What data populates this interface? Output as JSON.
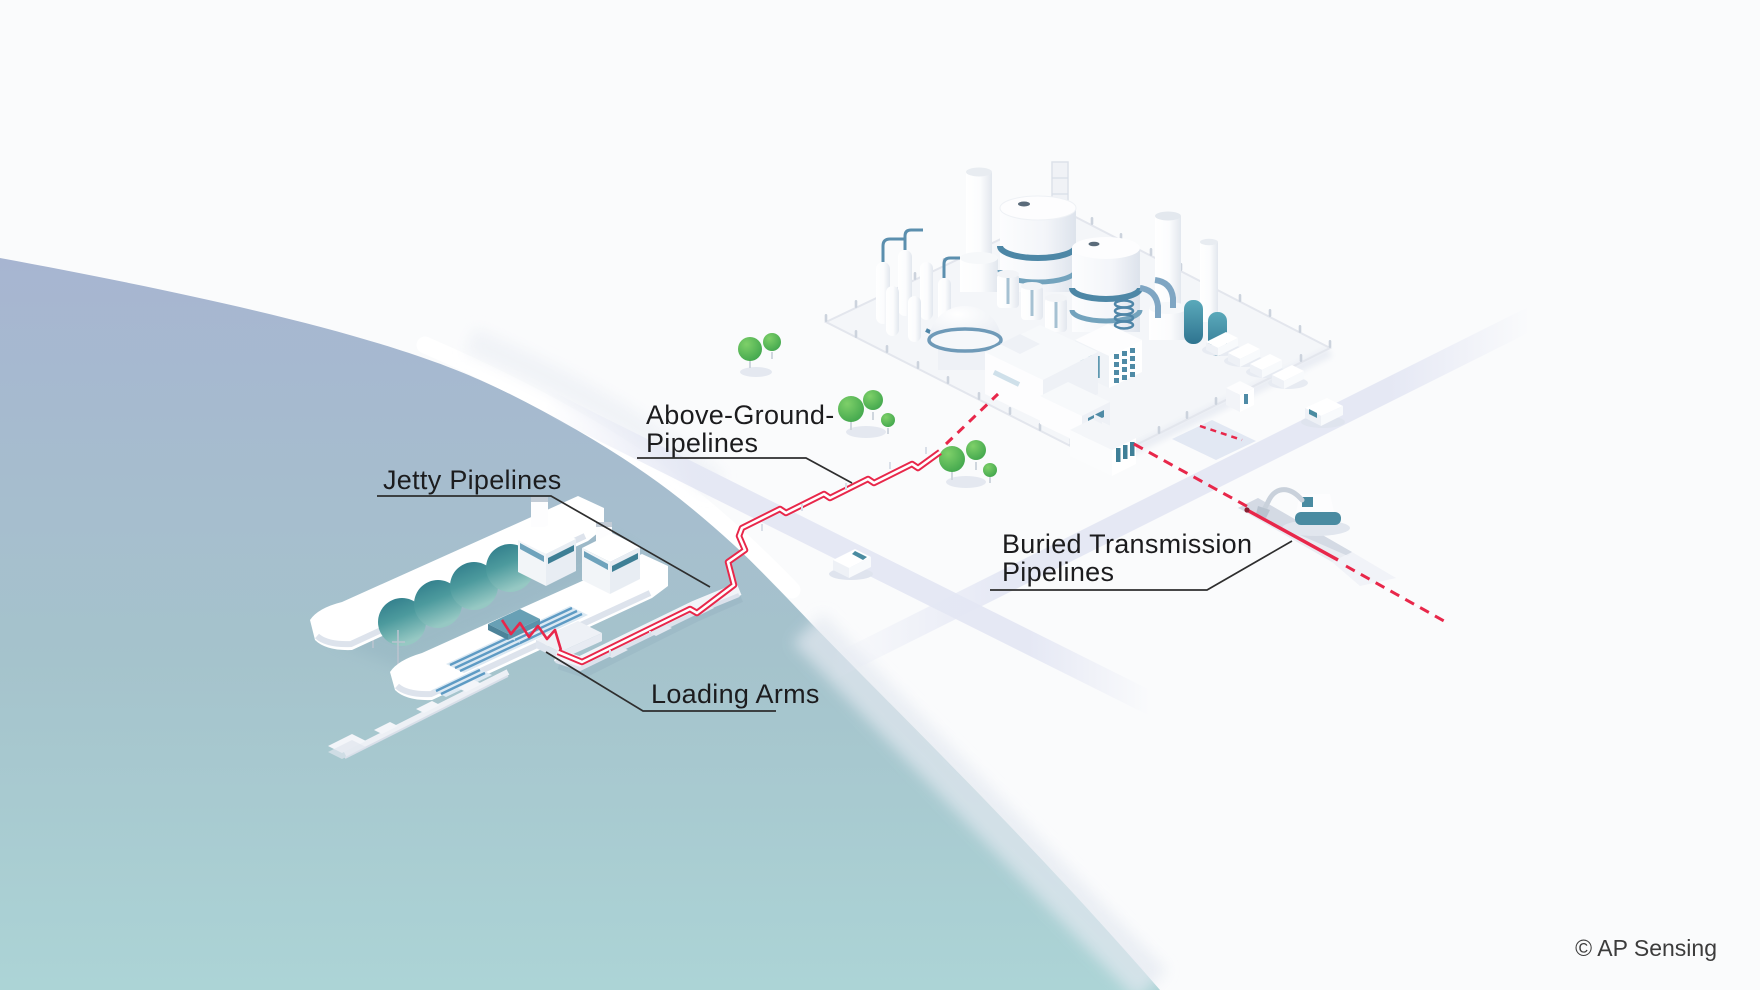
{
  "labels": {
    "jetty_pipelines": "Jetty Pipelines",
    "above_ground_line1": "Above-Ground-",
    "above_ground_line2": "Pipelines",
    "loading_arms": "Loading Arms",
    "buried_line1": "Buried Transmission",
    "buried_line2": "Pipelines"
  },
  "copyright": "© AP Sensing",
  "colors": {
    "pipeline_red": "#e8274a",
    "water_top": "#a7b5d1",
    "water_mid": "#a5c3cc",
    "water_bottom": "#acd4d6",
    "land": "#fafbfc",
    "steel_blue": "#4f86a8",
    "tank_teal": "#3a8091",
    "tree_green": "#4cb44d",
    "label_text": "#1c1c1e"
  }
}
